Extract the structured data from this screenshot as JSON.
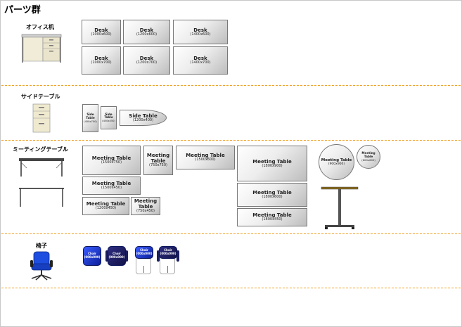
{
  "page_title": "パーツ群",
  "sections": {
    "office_desk": {
      "label": "オフィス机",
      "parts": [
        {
          "name": "Desk",
          "size": "(1000x600)"
        },
        {
          "name": "Desk",
          "size": "(1200x600)"
        },
        {
          "name": "Desk",
          "size": "(1400x600)"
        },
        {
          "name": "Desk",
          "size": "(1000x700)"
        },
        {
          "name": "Desk",
          "size": "(1200x700)"
        },
        {
          "name": "Desk",
          "size": "(1400x700)"
        }
      ]
    },
    "side_table": {
      "label": "サイドテーブル",
      "parts": [
        {
          "name": "Side Table",
          "size": "(450x700)"
        },
        {
          "name": "Side Table",
          "size": "(450x450)"
        },
        {
          "name": "Side Table",
          "size": "(1200x400)"
        }
      ]
    },
    "meeting_table": {
      "label": "ミーティングテーブル",
      "parts": [
        {
          "name": "Meeting Table",
          "size": "(1500x750)"
        },
        {
          "name": "Meeting Table",
          "size": "(750x750)"
        },
        {
          "name": "Meeting Table",
          "size": "(1500x600)"
        },
        {
          "name": "Meeting Table",
          "size": "(1800x900)"
        },
        {
          "name": "Meeting Table",
          "size": "(900x900)"
        },
        {
          "name": "Meeting Table",
          "size": "(600x600)"
        },
        {
          "name": "Meeting Table",
          "size": "(1500x450)"
        },
        {
          "name": "Meeting Table",
          "size": "(1800x600)"
        },
        {
          "name": "Meeting Table",
          "size": "(1200x450)"
        },
        {
          "name": "Meeting Table",
          "size": "(750x450)"
        },
        {
          "name": "Meeting Table",
          "size": "(1800x450)"
        }
      ]
    },
    "chair": {
      "label": "椅子",
      "parts": [
        {
          "name": "Chair",
          "size": "(000x000)"
        },
        {
          "name": "Chair",
          "size": "(000x000)"
        },
        {
          "name": "Chair",
          "size": "(000x000)"
        },
        {
          "name": "Chair",
          "size": "(000x000)"
        }
      ]
    }
  },
  "colors": {
    "separator": "#f0a020",
    "chair_blue": "#2a48e8",
    "chair_navy": "#1e1e66"
  }
}
